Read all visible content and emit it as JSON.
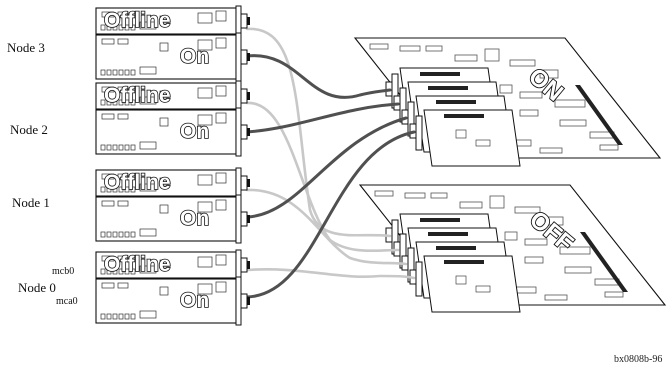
{
  "nodes": [
    {
      "label": "Node 3",
      "upper_status": "Offline",
      "lower_status": "On"
    },
    {
      "label": "Node 2",
      "upper_status": "Offline",
      "lower_status": "On"
    },
    {
      "label": "Node 1",
      "upper_status": "Offline",
      "lower_status": "On"
    },
    {
      "label": "Node 0",
      "upper_status": "Offline",
      "lower_status": "On",
      "upper_port": "mcb0",
      "lower_port": "mca0"
    }
  ],
  "hubs": [
    {
      "label": "ON"
    },
    {
      "label": "OFF"
    }
  ],
  "figure_id": "bx0808b-96",
  "colors": {
    "online_cable": "#505050",
    "offline_cable": "#c8c8c8",
    "outline": "#111111"
  }
}
